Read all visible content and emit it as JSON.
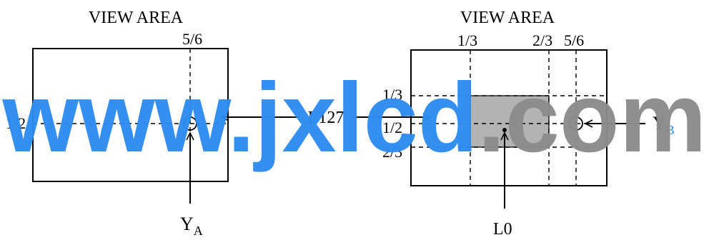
{
  "left_panel": {
    "title": "VIEW AREA",
    "vline_label": "5/6",
    "hline_label": "1/2",
    "point_label": "Y",
    "point_sub": "A"
  },
  "right_panel": {
    "title": "VIEW AREA",
    "vline_labels": [
      "1/3",
      "2/3",
      "5/6"
    ],
    "hline_labels": [
      "1/3",
      "1/2",
      "2/3"
    ],
    "point_label": "Y",
    "point_sub": "B",
    "center_label": "L0"
  },
  "connector_label": "L127",
  "watermark": {
    "prefix": "www.",
    "middle": "jxlcd",
    "suffix": ".com",
    "color_blue": "#2f8cf0",
    "color_gray": "#8c8c8c"
  }
}
